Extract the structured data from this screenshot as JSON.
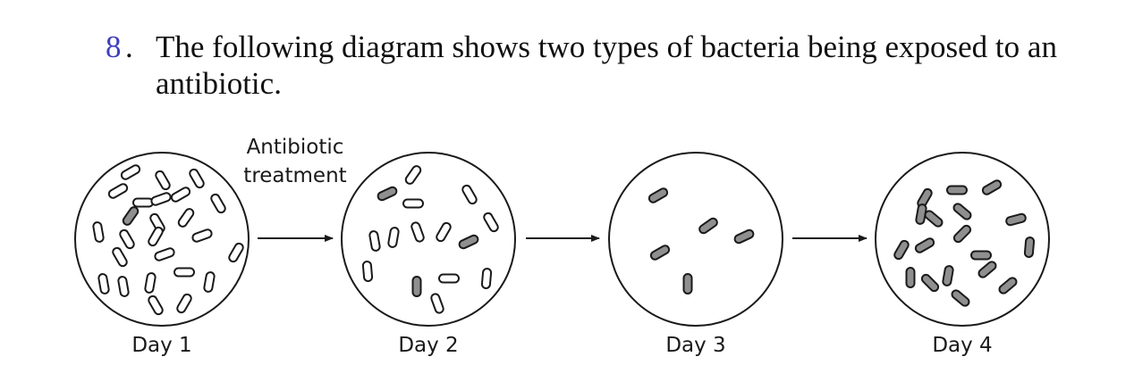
{
  "question": {
    "number": "8",
    "text": "The following diagram shows two types of bacteria being exposed to an antibiotic."
  },
  "diagram": {
    "treatment_label_line1": "Antibiotic",
    "treatment_label_line2": "treatment",
    "day_labels": [
      "Day 1",
      "Day 2",
      "Day 3",
      "Day 4"
    ]
  },
  "colors": {
    "question_number": "#3f3fbf",
    "outline": "#1a1a1a",
    "open_bacterium_fill": "#ffffff",
    "resistant_bacterium_fill": "#8f8f8f"
  }
}
